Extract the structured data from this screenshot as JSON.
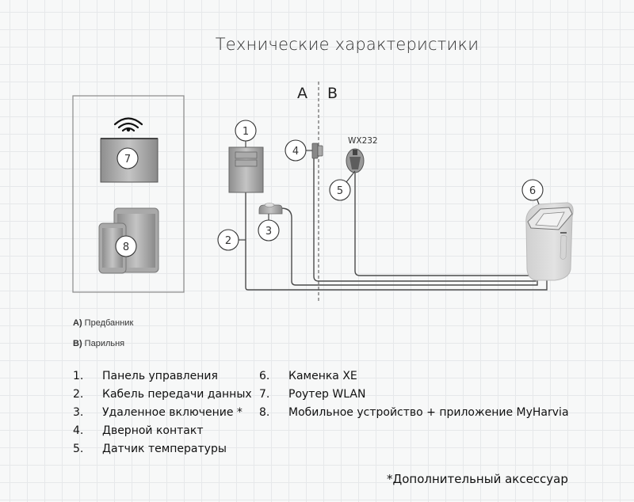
{
  "title": "Технические характеристики",
  "zones": {
    "a": {
      "key": "A)",
      "label": "Предбанник"
    },
    "b": {
      "key": "B)",
      "label": "Парильня"
    },
    "divider_labels": [
      "A",
      "B"
    ]
  },
  "diagram": {
    "callouts": [
      "1",
      "2",
      "3",
      "4",
      "5",
      "6",
      "7",
      "8"
    ],
    "sensor_model": "WX232"
  },
  "legend": {
    "items": [
      {
        "num": "1.",
        "label": "Панель управления"
      },
      {
        "num": "2.",
        "label": "Кабель передачи данных"
      },
      {
        "num": "3.",
        "label": "Удаленное включение *"
      },
      {
        "num": "4.",
        "label": "Дверной контакт"
      },
      {
        "num": "5.",
        "label": "Датчик температуры"
      },
      {
        "num": "6.",
        "label": "Каменка XE"
      },
      {
        "num": "7.",
        "label": "Роутер WLAN"
      },
      {
        "num": "8.",
        "label": "Мобильное устройство + приложение MyHarvia"
      }
    ]
  },
  "footnote": "*Дополнительный аксессуар",
  "colors": {
    "line": "#4a4a4a",
    "device_fill": "#9b9b9b",
    "callout_fill": "#ffffff"
  }
}
